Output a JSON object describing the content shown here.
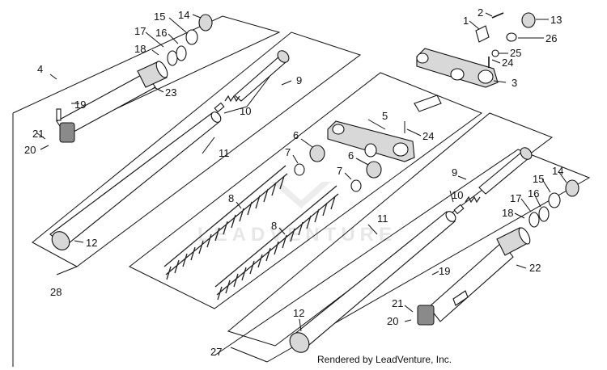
{
  "watermark": "LEADVENTURE",
  "credit": "Rendered by LeadVenture, Inc.",
  "callouts": {
    "c1": "1",
    "c2": "2",
    "c3": "3",
    "c4": "4",
    "c5": "5",
    "c6a": "6",
    "c6b": "6",
    "c7a": "7",
    "c7b": "7",
    "c8a": "8",
    "c8b": "8",
    "c9a": "9",
    "c9b": "9",
    "c10a": "10",
    "c10b": "10",
    "c11a": "11",
    "c11b": "11",
    "c12a": "12",
    "c12b": "12",
    "c13": "13",
    "c14a": "14",
    "c14b": "14",
    "c15a": "15",
    "c15b": "15",
    "c16a": "16",
    "c16b": "16",
    "c17a": "17",
    "c17b": "17",
    "c18a": "18",
    "c18b": "18",
    "c19a": "19",
    "c19b": "19",
    "c20a": "20",
    "c20b": "20",
    "c21a": "21",
    "c21b": "21",
    "c22": "22",
    "c23": "23",
    "c24a": "24",
    "c24b": "24",
    "c25": "25",
    "c26": "26",
    "c27": "27",
    "c28": "28"
  }
}
